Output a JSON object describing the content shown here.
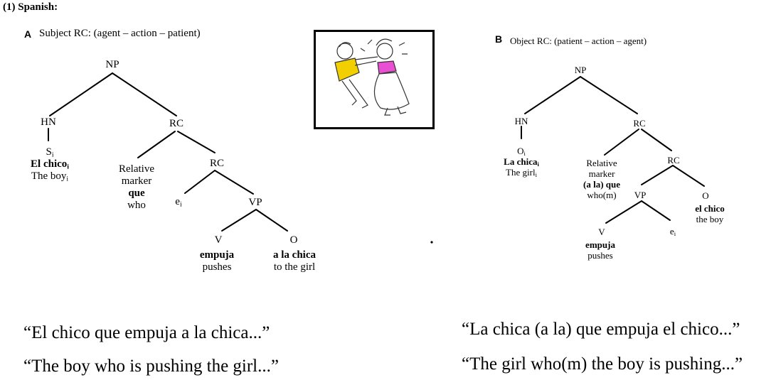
{
  "header": {
    "label": "(1) Spanish:"
  },
  "panel_a": {
    "letter": "A",
    "title": "Subject RC: (agent – action – patient)",
    "nodes": {
      "np": "NP",
      "hn": "HN",
      "rc1": "RC",
      "rc2": "RC",
      "vp": "VP",
      "v": "V",
      "o": "O"
    },
    "head": {
      "trace": "S",
      "sub": "i",
      "spanish": "El chico",
      "spanish_sub": "i",
      "english": "The boy",
      "english_sub": "i"
    },
    "marker": {
      "line1": "Relative",
      "line2": "marker",
      "spanish": "que",
      "english": "who"
    },
    "empty": {
      "e": "e",
      "sub": "i"
    },
    "verb": {
      "spanish": "empuja",
      "english": "pushes"
    },
    "object": {
      "spanish": "a la chica",
      "english": "to the girl"
    },
    "quote_spanish": "“El chico que empuja a la chica...”",
    "quote_english": "“The boy who is pushing the girl...”"
  },
  "panel_b": {
    "letter": "B",
    "title": "Object RC: (patient – action – agent)",
    "nodes": {
      "np": "NP",
      "hn": "HN",
      "rc1": "RC",
      "rc2": "RC",
      "vp": "VP",
      "o": "O",
      "v": "V"
    },
    "head": {
      "trace": "O",
      "sub": "i",
      "spanish": "La chica",
      "spanish_sub": "i",
      "english": "The girl",
      "english_sub": "i"
    },
    "marker": {
      "line1": "Relative",
      "line2": "marker",
      "spanish": "(a la) que",
      "english": "who(m)"
    },
    "object": {
      "spanish": "el chico",
      "english": "the boy"
    },
    "verb": {
      "spanish": "empuja",
      "english": "pushes"
    },
    "empty": {
      "e": "e",
      "sub": "i"
    },
    "quote_spanish": "“La chica (a la) que empuja el chico...”",
    "quote_english": "“The girl who(m) the boy is pushing...”"
  },
  "illustration": {
    "colors": {
      "boy_shirt": "#f2d000",
      "girl_shirt": "#e84fd2",
      "frame": "#000000"
    }
  }
}
